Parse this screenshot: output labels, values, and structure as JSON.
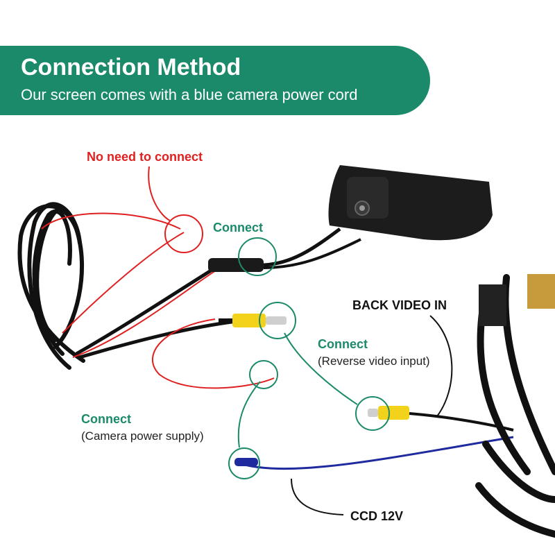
{
  "banner": {
    "title": "Connection Method",
    "subtitle": "Our screen comes with a blue camera power cord",
    "color": "#1b8a6b"
  },
  "labels": {
    "no_connect": "No need to connect",
    "connect_camera": "Connect",
    "connect_reverse": "Connect",
    "reverse_desc": "(Reverse video input)",
    "connect_power": "Connect",
    "power_desc": "(Camera power supply)",
    "back_video": "BACK VIDEO IN",
    "ccd": "CCD 12V"
  },
  "colors": {
    "red_wire": "#e02020",
    "green_marker": "#1b8a6b",
    "blue_wire": "#1f2a9e",
    "rca_yellow": "#f2d21a"
  }
}
